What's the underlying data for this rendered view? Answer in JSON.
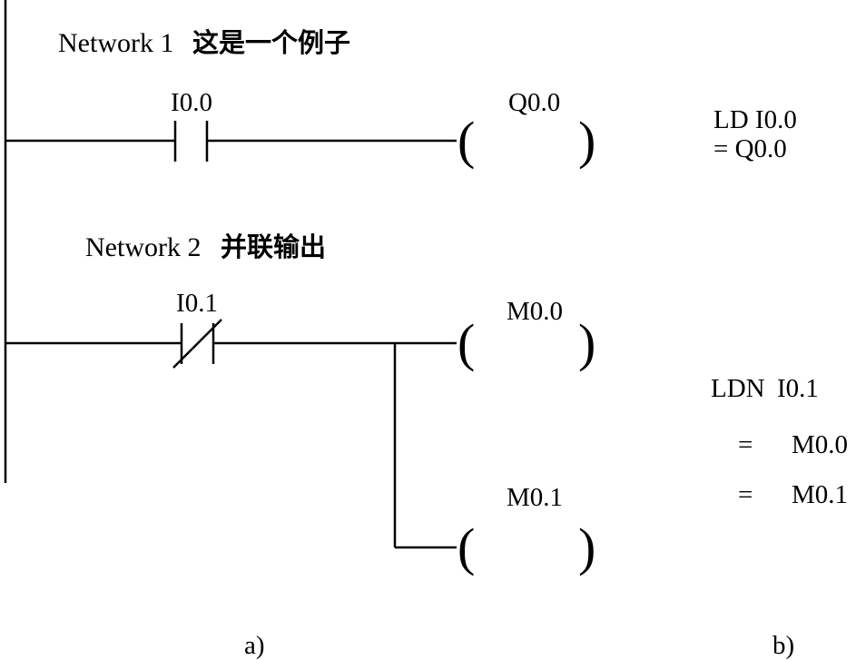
{
  "diagram": {
    "networks": [
      {
        "title_en": "Network 1",
        "title_zh": "这是一个例子",
        "contact_label": "I0.0",
        "contact_type": "normally-open",
        "coil1_label": "Q0.0",
        "stl_line1": "LD I0.0",
        "stl_line2": "= Q0.0"
      },
      {
        "title_en": "Network 2",
        "title_zh": "并联输出",
        "contact_label": "I0.1",
        "contact_type": "normally-closed",
        "coil1_label": "M0.0",
        "coil2_label": "M0.1",
        "stl_op1": "LDN",
        "stl_operand1": "I0.1",
        "stl_op2": "=",
        "stl_operand2": "M0.0",
        "stl_op3": "=",
        "stl_operand3": "M0.1"
      }
    ],
    "captions": {
      "ladder": "a)",
      "stl": "b)"
    },
    "symbols": {
      "paren_open": "(",
      "paren_close": ")"
    },
    "colors": {
      "line": "#000000",
      "background": "#ffffff"
    }
  }
}
